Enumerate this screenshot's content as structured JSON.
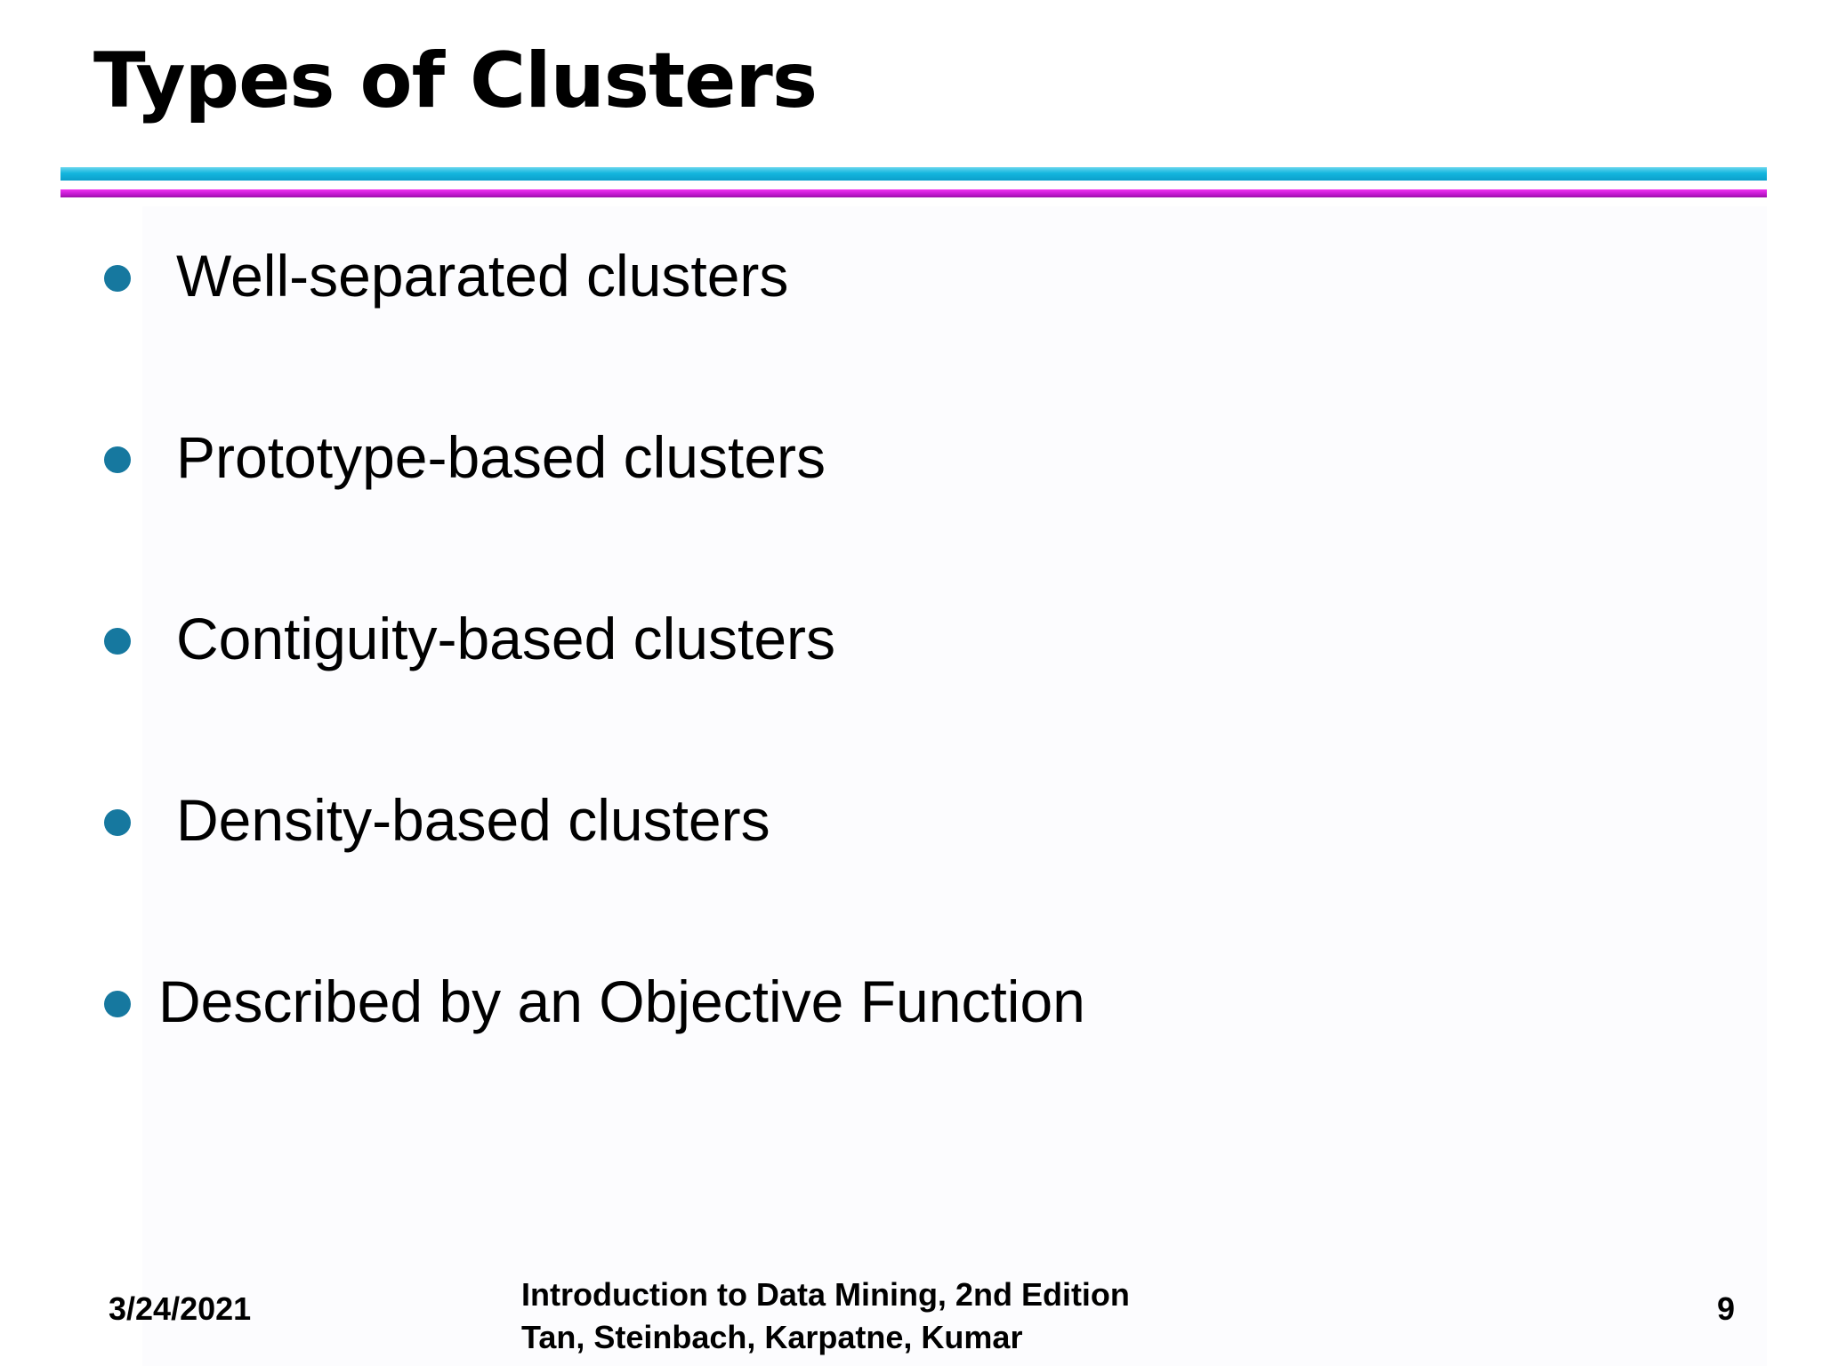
{
  "slide": {
    "title": "Types of Clusters",
    "bullets": [
      "Well-separated clusters",
      "Prototype-based clusters",
      "Contiguity-based clusters",
      "Density-based clusters",
      "Described by an Objective Function"
    ]
  },
  "footer": {
    "date": "3/24/2021",
    "book_title": "Introduction to Data Mining, 2nd Edition",
    "authors": "Tan, Steinbach, Karpatne, Kumar",
    "page_number": "9"
  },
  "colors": {
    "bullet": "#16789f",
    "rule_top": "#14b6de",
    "rule_bottom": "#c218cf"
  }
}
